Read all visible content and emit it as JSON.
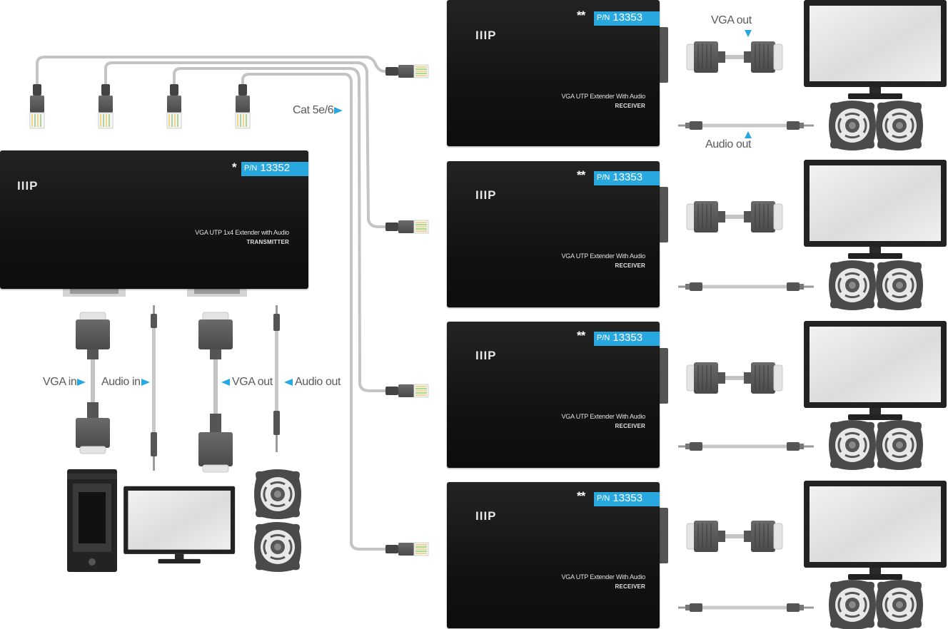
{
  "transmitter": {
    "logo": "IIIP",
    "star": "*",
    "pn_prefix": "P/N",
    "pn_number": "13352",
    "model": "VGA UTP 1x4 Extender with Audio",
    "role": "TRANSMITTER"
  },
  "receivers": [
    {
      "logo": "IIIP",
      "star": "**",
      "pn_prefix": "P/N",
      "pn_number": "13353",
      "model": "VGA UTP Extender With Audio",
      "role": "RECEIVER"
    },
    {
      "logo": "IIIP",
      "star": "**",
      "pn_prefix": "P/N",
      "pn_number": "13353",
      "model": "VGA UTP Extender With Audio",
      "role": "RECEIVER"
    },
    {
      "logo": "IIIP",
      "star": "**",
      "pn_prefix": "P/N",
      "pn_number": "13353",
      "model": "VGA UTP Extender With Audio",
      "role": "RECEIVER"
    },
    {
      "logo": "IIIP",
      "star": "**",
      "pn_prefix": "P/N",
      "pn_number": "13353",
      "model": "VGA UTP Extender With Audio",
      "role": "RECEIVER"
    }
  ],
  "labels": {
    "cable": "Cat 5e/6",
    "vga_in": "VGA in",
    "audio_in": "Audio in",
    "vga_out": "VGA out",
    "audio_out": "Audio out",
    "rx_vga_out": "VGA out",
    "rx_audio_out": "Audio out"
  },
  "colors": {
    "accent": "#29a8e0",
    "device": "#151515",
    "cable": "#bdbdbd",
    "connector": "#5e5e5e"
  }
}
